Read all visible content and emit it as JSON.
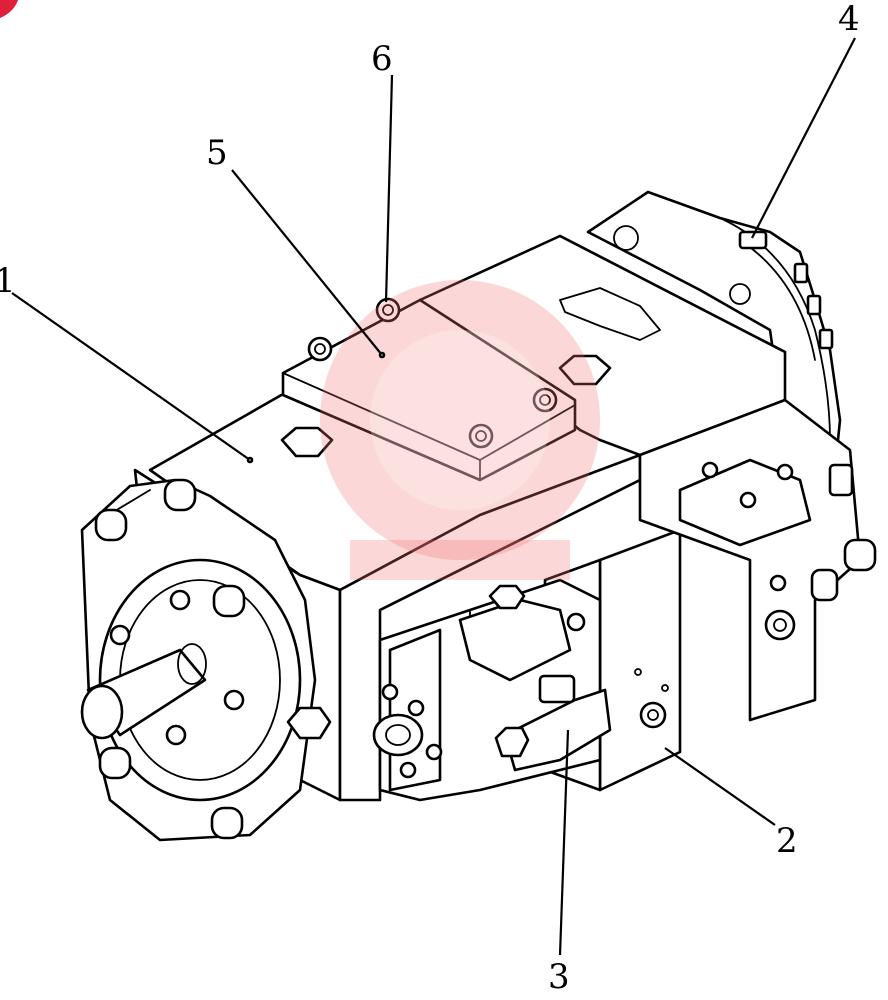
{
  "callouts": [
    {
      "id": "1",
      "label": "1"
    },
    {
      "id": "2",
      "label": "2"
    },
    {
      "id": "3",
      "label": "3"
    },
    {
      "id": "4",
      "label": "4"
    },
    {
      "id": "5",
      "label": "5"
    },
    {
      "id": "6",
      "label": "6"
    }
  ],
  "colors": {
    "line": "#000000",
    "background": "#ffffff",
    "watermark": "#f07070",
    "corner_mark": "#e0203a"
  }
}
